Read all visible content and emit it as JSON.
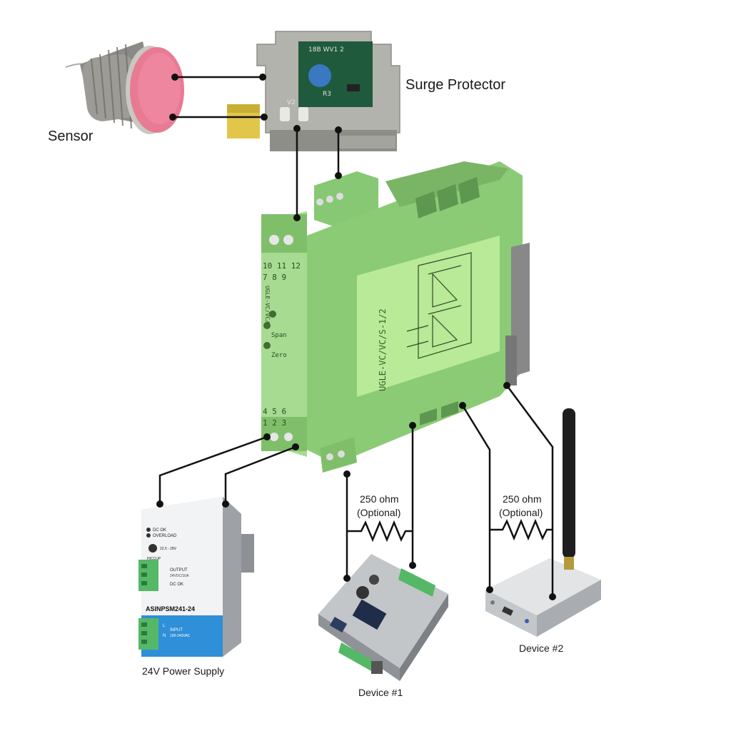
{
  "labels": {
    "sensor": "Sensor",
    "surge_protector": "Surge Protector",
    "power_supply": "24V Power Supply",
    "device1": "Device #1",
    "device2": "Device #2",
    "resistor_left_value": "250 ohm",
    "resistor_left_note": "(Optional)",
    "resistor_right_value": "250 ohm",
    "resistor_right_note": "(Optional)"
  },
  "module": {
    "side_label": "UGLE-VC/VC/S-1/2",
    "face_label": "UGLE-VC/VC/S",
    "terminal_top_row1": "10  11  12",
    "terminal_top_row2": "7   8   9",
    "terminal_bottom_row1": "4   5   6",
    "terminal_bottom_row2": "1   2   3",
    "span_label": "Span",
    "zero_label": "Zero"
  },
  "surge_board": {
    "label_top": "18B  WV1  2",
    "label_r3": "R3",
    "label_v2": "V2"
  },
  "psu": {
    "dc_ok": "DC OK",
    "overload": "OVERLOAD",
    "adj": "22.5 - 28V",
    "hiccup": "HICCUP",
    "output": "OUTPUT",
    "output_spec": "24VDC/10A",
    "dc_ok2": "DC OK",
    "model": "ASINPSM241-24",
    "input": "INPUT",
    "input_spec": "100-240VAC",
    "l": "L",
    "n": "N"
  },
  "colors": {
    "module_green": "#9fd58b",
    "module_dark": "#7fbf6a",
    "label_green": "#b8ea97",
    "wire": "#111111",
    "sensor_face": "#e87b93",
    "surge_body": "#b3b3ad",
    "pcb": "#1f5a3c",
    "capacitor": "#3a78c2",
    "psu_blue": "#2f8fd8",
    "terminal_green": "#55b867"
  }
}
